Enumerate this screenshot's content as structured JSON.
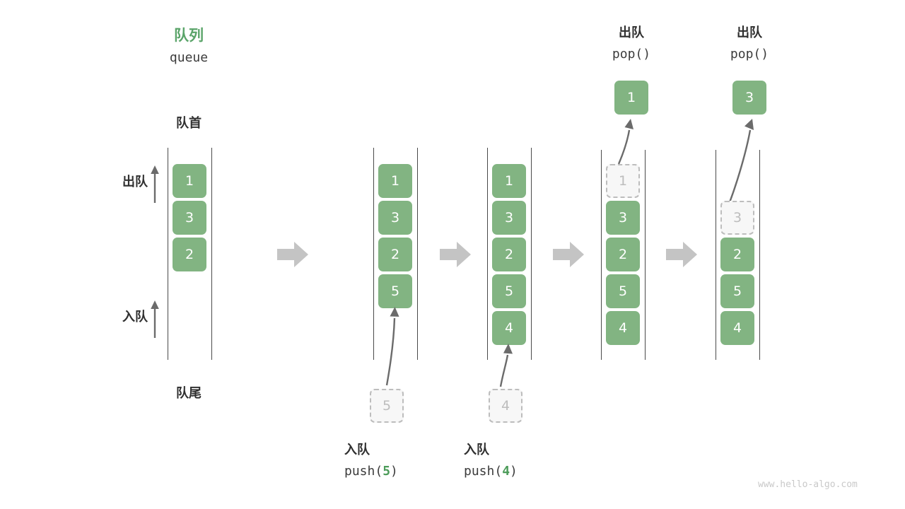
{
  "watermark": "www.hello-algo.com",
  "header": {
    "title_cn": "队列",
    "title_code": "queue",
    "front_label": "队首",
    "back_label": "队尾",
    "dequeue_label": "出队",
    "enqueue_label": "入队"
  },
  "colors": {
    "accent_green": "#5aa469",
    "cell_green": "#82b482",
    "ghost_fill": "#f7f7f7",
    "ghost_border": "#bdbdbd",
    "rail": "#4a4a4a",
    "flow_arrow": "#c4c4c4",
    "motion_arrow": "#6b6b6b",
    "text": "#2f2f2f",
    "watermark": "#c9c9c9"
  },
  "columns": [
    {
      "id": "initial",
      "caption_cn": "",
      "caption_code": "",
      "cells": [
        "1",
        "3",
        "2"
      ],
      "ghost_indices": [],
      "pushed_ghost": null,
      "popped_cell": null
    },
    {
      "id": "push-5",
      "caption_cn": "入队",
      "caption_code_prefix": "push(",
      "caption_code_num": "5",
      "caption_code_suffix": ")",
      "cells": [
        "1",
        "3",
        "2",
        "5"
      ],
      "ghost_indices": [],
      "pushed_ghost": "5",
      "popped_cell": null
    },
    {
      "id": "push-4",
      "caption_cn": "入队",
      "caption_code_prefix": "push(",
      "caption_code_num": "4",
      "caption_code_suffix": ")",
      "cells": [
        "1",
        "3",
        "2",
        "5",
        "4"
      ],
      "ghost_indices": [],
      "pushed_ghost": "4",
      "popped_cell": null
    },
    {
      "id": "pop-1",
      "caption_cn": "出队",
      "caption_code": "pop()",
      "cells": [
        "1",
        "3",
        "2",
        "5",
        "4"
      ],
      "ghost_indices": [
        0
      ],
      "pushed_ghost": null,
      "popped_cell": "1"
    },
    {
      "id": "pop-3",
      "caption_cn": "出队",
      "caption_code": "pop()",
      "cells": [
        "3",
        "2",
        "5",
        "4"
      ],
      "ghost_indices": [
        0
      ],
      "pushed_ghost": null,
      "popped_cell": "3"
    }
  ],
  "flow_arrows": [
    "flow-arrow-1",
    "flow-arrow-2",
    "flow-arrow-3",
    "flow-arrow-4"
  ]
}
